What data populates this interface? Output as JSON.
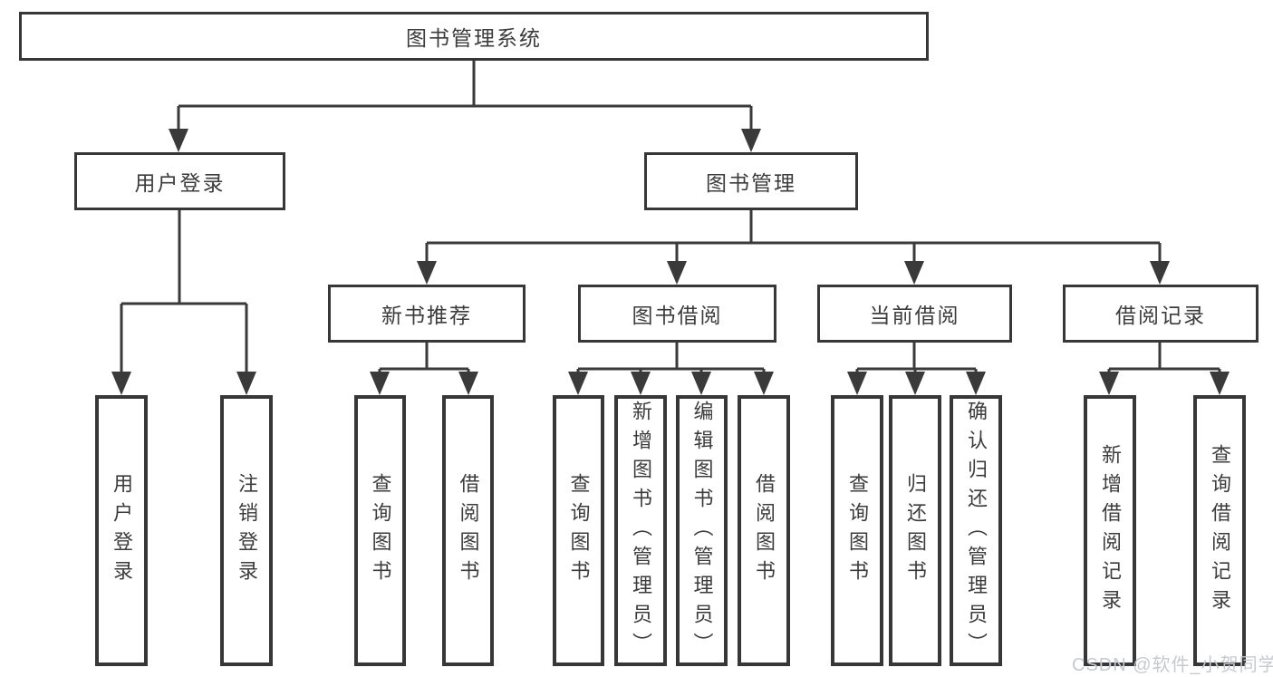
{
  "diagram": {
    "watermark": "CSDN @软件_小贺同学",
    "colors": {
      "line": "#3a3a3a",
      "box_border": "#373737",
      "text": "#3c3c3c",
      "watermark": "#c6cad0",
      "background": "#ffffff"
    }
  },
  "tree": {
    "root": {
      "label": "图书管理系统",
      "children": [
        {
          "label": "用户登录",
          "children": [
            {
              "label": "用户登录"
            },
            {
              "label": "注销登录"
            }
          ]
        },
        {
          "label": "图书管理",
          "children": [
            {
              "label": "新书推荐",
              "children": [
                {
                  "label": "查询图书"
                },
                {
                  "label": "借阅图书"
                }
              ]
            },
            {
              "label": "图书借阅",
              "children": [
                {
                  "label": "查询图书"
                },
                {
                  "label": "新增图书（管理员）"
                },
                {
                  "label": "编辑图书（管理员）"
                },
                {
                  "label": "借阅图书"
                }
              ]
            },
            {
              "label": "当前借阅",
              "children": [
                {
                  "label": "查询图书"
                },
                {
                  "label": "归还图书"
                },
                {
                  "label": "确认归还（管理员）"
                }
              ]
            },
            {
              "label": "借阅记录",
              "children": [
                {
                  "label": "新增借阅记录"
                },
                {
                  "label": "查询借阅记录"
                }
              ]
            }
          ]
        }
      ]
    }
  }
}
